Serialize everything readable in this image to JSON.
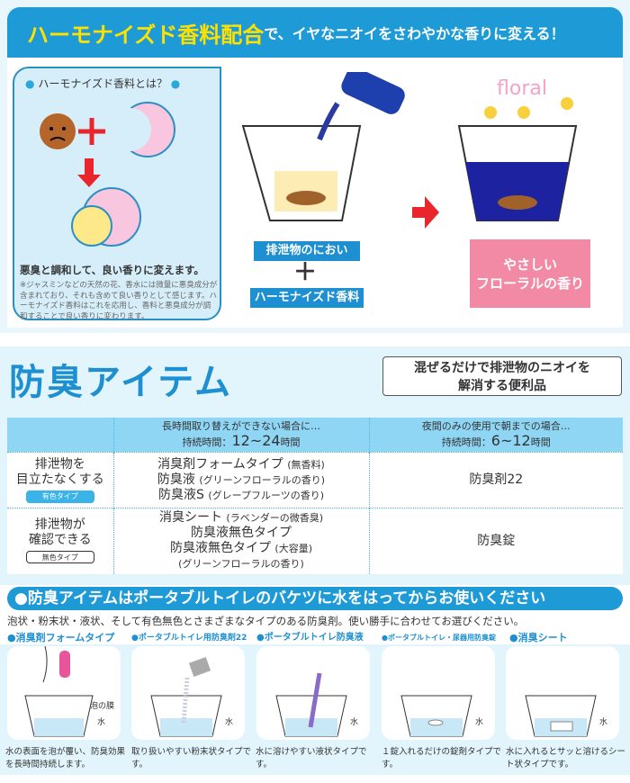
{
  "banner": {
    "highlight": "ハーモナイズド香料配合",
    "rest": "で、イヤなニオイをさわやかな香りに変える！"
  },
  "left_box": {
    "question": "ハーモナイズド香料とは？",
    "headline": "悪臭と調和して、良い香りに変えます。",
    "note": "※ジャスミンなどの天然の花、香水には微量に悪臭成分が含まれており、それも含めて良い香りとして感じます。ハーモナイズド香料はこれを応用し、香料と悪臭成分が調和することで良い香りに変わります。"
  },
  "diagram": {
    "label1": "排泄物のにおい",
    "plus": "＋",
    "label2": "ハーモナイズド香料",
    "result_line1": "やさしい",
    "result_line2": "フローラルの香り",
    "floral": "floral"
  },
  "section2": {
    "title": "防臭アイテム",
    "callout_line1": "混ぜるだけで排泄物のニオイを",
    "callout_line2": "解消する便利品",
    "table": {
      "col1_line1": "長時間取り替えができない場合に…",
      "col1_prefix": "持続時間：",
      "col1_value": "12~24",
      "col1_unit": "時間",
      "col2_line1": "夜間のみの使用で朝までの場合…",
      "col2_prefix": "持続時間：",
      "col2_value": "6~12",
      "col2_unit": "時間",
      "rows": [
        {
          "head1": "排泄物を",
          "head2": "目立たなくする",
          "tag": "有色タイプ",
          "items": [
            {
              "name": "消臭剤フォームタイプ",
              "note": "(無香料)"
            },
            {
              "name": "防臭液",
              "note": "(グリーンフローラルの香り)"
            },
            {
              "name": "防臭液S",
              "note": "(グレープフルーツの香り)"
            }
          ],
          "night": "防臭剤22"
        },
        {
          "head1": "排泄物が",
          "head2": "確認できる",
          "tag": "無色タイプ",
          "items": [
            {
              "name": "消臭シート",
              "note": "(ラベンダーの微香臭)"
            },
            {
              "name": "防臭液無色タイプ",
              "note": ""
            },
            {
              "name": "防臭液無色タイプ",
              "note": "(大容量)"
            },
            {
              "name": "",
              "note": "(グリーンフローラルの香り)"
            }
          ],
          "night": "防臭錠"
        }
      ]
    }
  },
  "usage": {
    "bar": "●防臭アイテムはポータブルトイレのバケツに水をはってからお使いください",
    "desc": "泡状・粉末状・液状、そして有色無色とさまざまなタイプのある防臭剤。使い勝手に合わせてお選びください。",
    "water": "水",
    "foam": "泡の膜",
    "products": [
      {
        "label": "●消臭剤フォームタイプ",
        "caption": "水の表面を泡が覆い、防臭効果を長時間持続します。"
      },
      {
        "label": "●ポータブルトイレ用防臭剤22",
        "caption": "取り扱いやすい粉末状タイプです。"
      },
      {
        "label": "●ポータブルトイレ防臭液",
        "caption": "水に溶けやすい液状タイプです。"
      },
      {
        "label": "●ポータブルトイレ・尿器用防臭錠",
        "caption": "１錠入れるだけの錠剤タイプです。"
      },
      {
        "label": "●消臭シート",
        "caption": "水に入れるとサッと溶けるシート状タイプです。"
      }
    ]
  },
  "colors": {
    "brand_blue": "#1e9bd7",
    "yellow": "#ffe100",
    "pink": "#f28aa6",
    "light_blue": "#e2f5fc"
  }
}
